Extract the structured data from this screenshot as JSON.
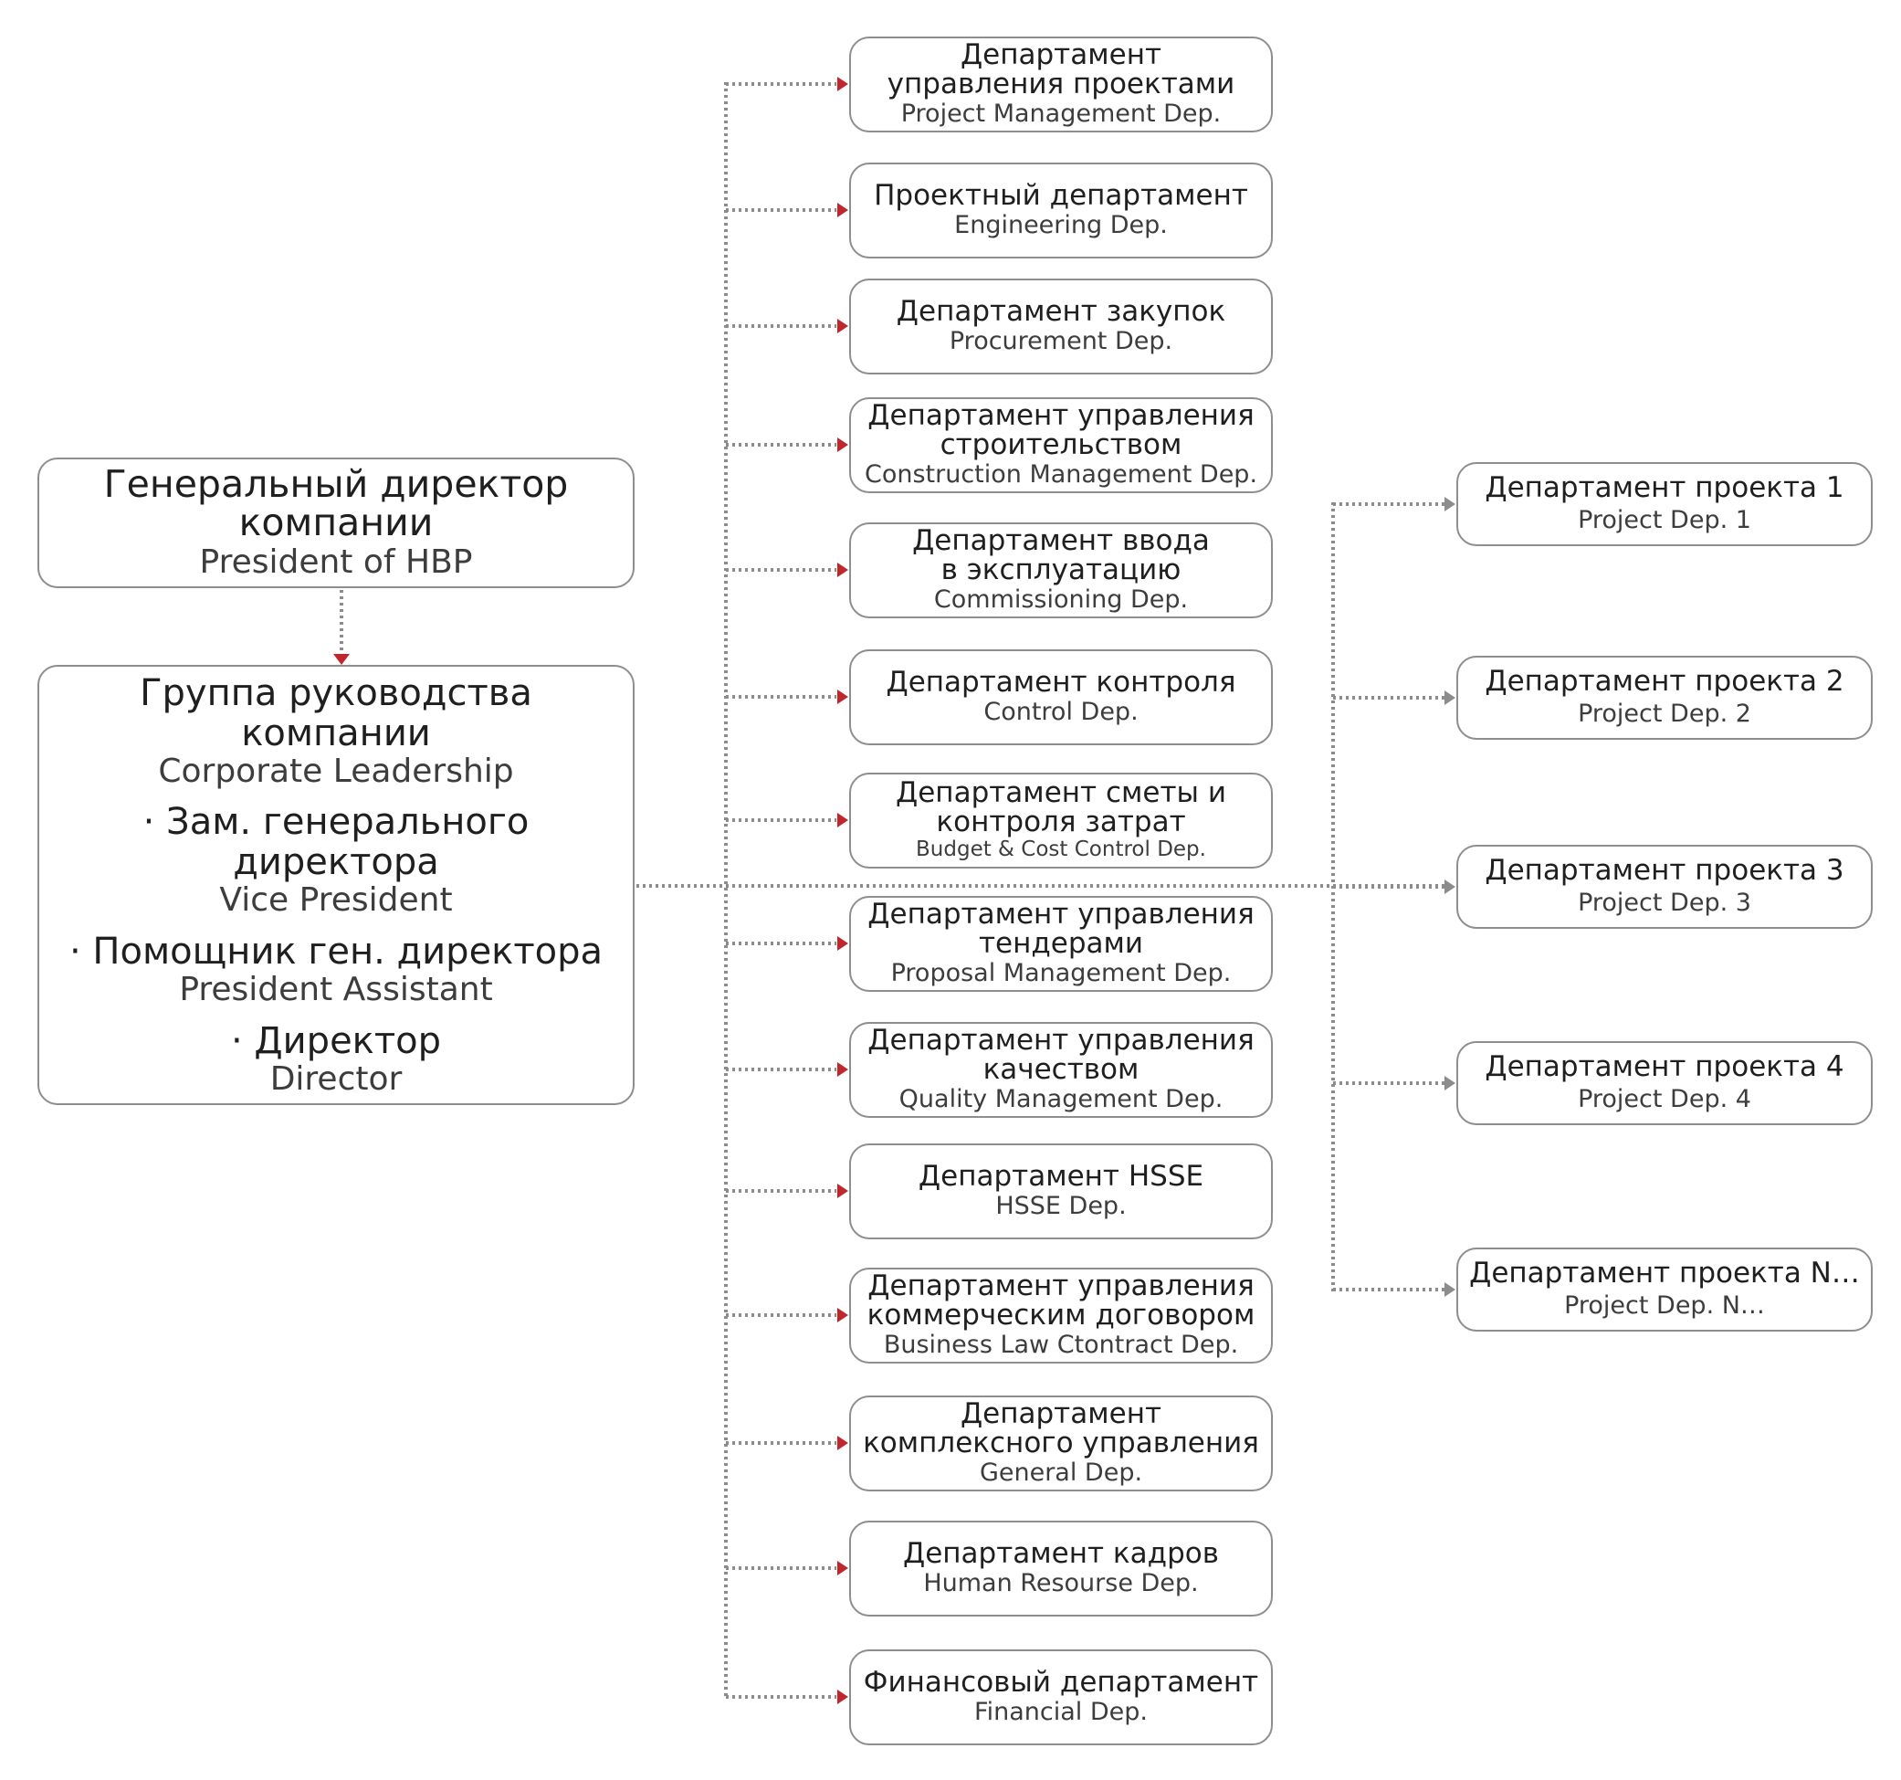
{
  "president": {
    "ru": "Генеральный директор\nкомпании",
    "en": "President of HBP"
  },
  "leadership": {
    "group_ru": "Группа руководства компании",
    "group_en": "Corporate Leadership",
    "vp_ru": "· Зам. генерального директора",
    "vp_en": "Vice President",
    "assistant_ru": "· Помощник ген. директора",
    "assistant_en": "President Assistant",
    "director_ru": "· Директор",
    "director_en": "Director"
  },
  "departments": [
    {
      "ru": "Департамент\nуправления проектами",
      "en": "Project Management Dep."
    },
    {
      "ru": "Проектный департамент",
      "en": "Engineering Dep."
    },
    {
      "ru": "Департамент закупок",
      "en": "Procurement Dep."
    },
    {
      "ru": "Департамент управления\nстроительством",
      "en": "Construction Management Dep."
    },
    {
      "ru": "Департамент ввода\nв эксплуатацию",
      "en": "Commissioning Dep."
    },
    {
      "ru": "Департамент контроля",
      "en": "Control Dep."
    },
    {
      "ru": "Департамент сметы и\nконтроля затрат",
      "en": "Budget & Cost Control Dep."
    },
    {
      "ru": "Департамент управления\nтендерами",
      "en": "Proposal Management Dep."
    },
    {
      "ru": "Департамент управления\nкачеством",
      "en": "Quality Management Dep."
    },
    {
      "ru": "Департамент HSSE",
      "en": "HSSE Dep."
    },
    {
      "ru": "Департамент управления\nкоммерческим договором",
      "en": "Business Law Ctontract Dep."
    },
    {
      "ru": "Департамент\nкомплексного управления",
      "en": "General Dep."
    },
    {
      "ru": "Департамент кадров",
      "en": "Human Resourse Dep."
    },
    {
      "ru": "Финансовый департамент",
      "en": "Financial Dep."
    }
  ],
  "projects": [
    {
      "ru": "Департамент проекта 1",
      "en": "Project Dep. 1"
    },
    {
      "ru": "Департамент проекта 2",
      "en": "Project Dep. 2"
    },
    {
      "ru": "Департамент проекта 3",
      "en": "Project Dep. 3"
    },
    {
      "ru": "Департамент проекта 4",
      "en": "Project Dep. 4"
    },
    {
      "ru": "Департамент проекта N…",
      "en": "Project Dep. N…"
    }
  ],
  "colors": {
    "connector": "#8c8c8c",
    "arrow_red": "#c0272d",
    "arrow_gray": "#8c8c8c",
    "border": "#8e8e8e"
  }
}
